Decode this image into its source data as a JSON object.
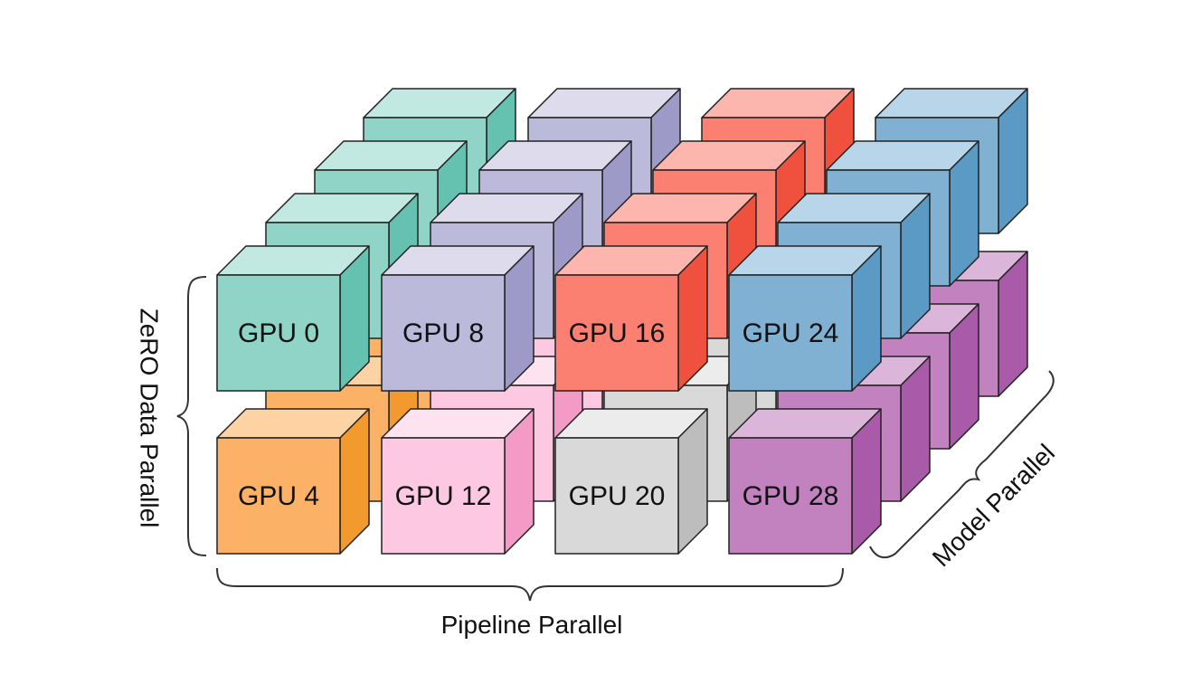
{
  "diagram": {
    "axes": {
      "vertical": "ZeRO Data Parallel",
      "horizontal": "Pipeline Parallel",
      "depth": "Model Parallel"
    },
    "columns": [
      {
        "color": "teal",
        "top_row": [
          "#8fd4c6",
          "#c2e9e1",
          "#66c2b0"
        ],
        "bottom_row": [
          "#fbb266",
          "#fdd3a4",
          "#f39a2e"
        ]
      },
      {
        "color": "purple",
        "top_row": [
          "#bcbadb",
          "#dddbec",
          "#9e9ac8"
        ],
        "bottom_row": [
          "#fcc8e2",
          "#fde2ef",
          "#f39ac7"
        ]
      },
      {
        "color": "red",
        "top_row": [
          "#fb8072",
          "#fcb6ad",
          "#f0503e"
        ],
        "bottom_row": [
          "#d9d9d9",
          "#ececec",
          "#bdbdbd"
        ]
      },
      {
        "color": "blue",
        "top_row": [
          "#80b1d3",
          "#b9d5ea",
          "#5b9ac5"
        ],
        "bottom_row": [
          "#c282c0",
          "#dcb5da",
          "#a95aa8"
        ]
      }
    ],
    "front_labels": {
      "top_row": [
        "GPU 0",
        "GPU 8",
        "GPU 16",
        "GPU 24"
      ],
      "bottom_row": [
        "GPU 4",
        "GPU 12",
        "GPU 20",
        "GPU 28"
      ]
    }
  }
}
